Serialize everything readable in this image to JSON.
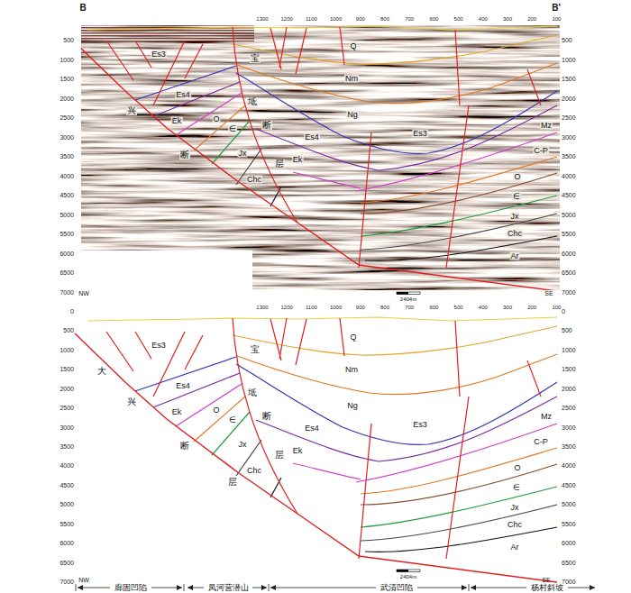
{
  "diagram": {
    "labels": [
      "B",
      "B'",
      "1300",
      "1200",
      "1100",
      "1000",
      "900",
      "800",
      "700",
      "600",
      "500",
      "400",
      "300",
      "200",
      "100",
      "500",
      "1000",
      "1500",
      "2000",
      "2500",
      "3000",
      "3500",
      "4000",
      "4500",
      "5000",
      "5500",
      "6000",
      "6500",
      "7000",
      "500",
      "1000",
      "1500",
      "2000",
      "2500",
      "3000",
      "3500",
      "4000",
      "4500",
      "5000",
      "5500",
      "6000",
      "6500",
      "7000",
      "Es3",
      "宝",
      "Es4",
      "O",
      "坻",
      "兴",
      "∈",
      "Ek",
      "断",
      "Jx",
      "断",
      "Chc",
      "层",
      "Q",
      "Nm",
      "Ng",
      "Es3",
      "Es4",
      "Ek",
      "Mz",
      "C-P",
      "O",
      "∈",
      "Jx",
      "Chc",
      "Ar",
      "NW",
      "SE",
      "2404m",
      "1300",
      "1200",
      "1100",
      "1000",
      "900",
      "800",
      "700",
      "600",
      "500",
      "400",
      "300",
      "200",
      "100",
      "0",
      "500",
      "1000",
      "1500",
      "2000",
      "2500",
      "3000",
      "3500",
      "4000",
      "4500",
      "5000",
      "5500",
      "6000",
      "6500",
      "7000",
      "0",
      "500",
      "1000",
      "1500",
      "2000",
      "2500",
      "3000",
      "3500",
      "4000",
      "4500",
      "5000",
      "5500",
      "6000",
      "6500",
      "7000",
      "大",
      "Es3",
      "宝",
      "Es4",
      "O",
      "坻",
      "兴",
      "∈",
      "Ek",
      "断",
      "Jx",
      "断",
      "Chc",
      "层",
      "层",
      "Q",
      "Nm",
      "Ng",
      "Es3",
      "Es4",
      "Ek",
      "Mz",
      "C-P",
      "O",
      "∈",
      "Jx",
      "Chc",
      "Ar",
      "2404m",
      "NW",
      "SE",
      "廊固凹陷",
      "凤河营潜山",
      "武清凹陷",
      "杨村斜坡"
    ]
  }
}
